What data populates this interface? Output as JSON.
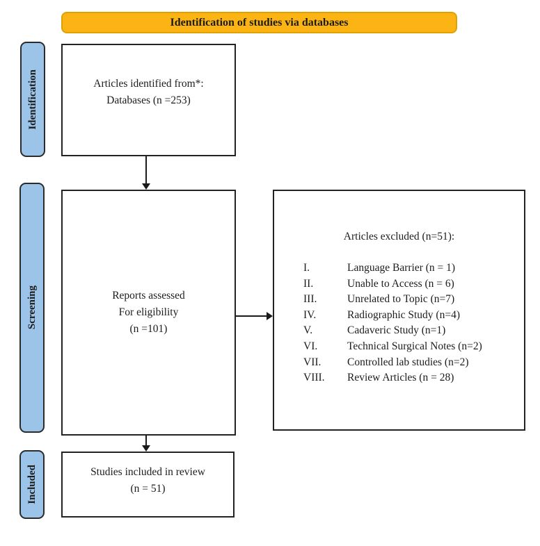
{
  "banner": {
    "label": "Identification of studies via databases"
  },
  "colors": {
    "banner_fill": "#FCB415",
    "banner_border": "#DFA102",
    "sidebar_fill": "#9CC3E8",
    "box_border": "#222222",
    "text_color": "#1c1c1c",
    "arrow_color": "#1a1a1a"
  },
  "stages": [
    {
      "label": "Identification"
    },
    {
      "label": "Screening"
    },
    {
      "label": "Included"
    }
  ],
  "boxes": {
    "identified": {
      "lines": [
        "Articles identified from*:",
        "Databases (n =253)"
      ]
    },
    "assessed": {
      "lines": [
        "Reports assessed",
        "For eligibility",
        "(n =101)"
      ]
    },
    "excluded": {
      "title": "Articles excluded (n=51):",
      "items": [
        {
          "numeral": "I.",
          "text": "Language Barrier (n = 1)"
        },
        {
          "numeral": "II.",
          "text": "Unable to Access (n = 6)"
        },
        {
          "numeral": "III.",
          "text": "Unrelated to Topic (n=7)"
        },
        {
          "numeral": "IV.",
          "text": "Radiographic Study (n=4)"
        },
        {
          "numeral": "V.",
          "text": "Cadaveric Study (n=1)"
        },
        {
          "numeral": "VI.",
          "text": "Technical Surgical Notes (n=2)"
        },
        {
          "numeral": "VII.",
          "text": "Controlled lab studies (n=2)"
        },
        {
          "numeral": "VIII.",
          "text": "Review Articles (n = 28)"
        }
      ]
    },
    "included": {
      "lines": [
        "Studies included in review",
        "(n = 51)"
      ]
    }
  }
}
